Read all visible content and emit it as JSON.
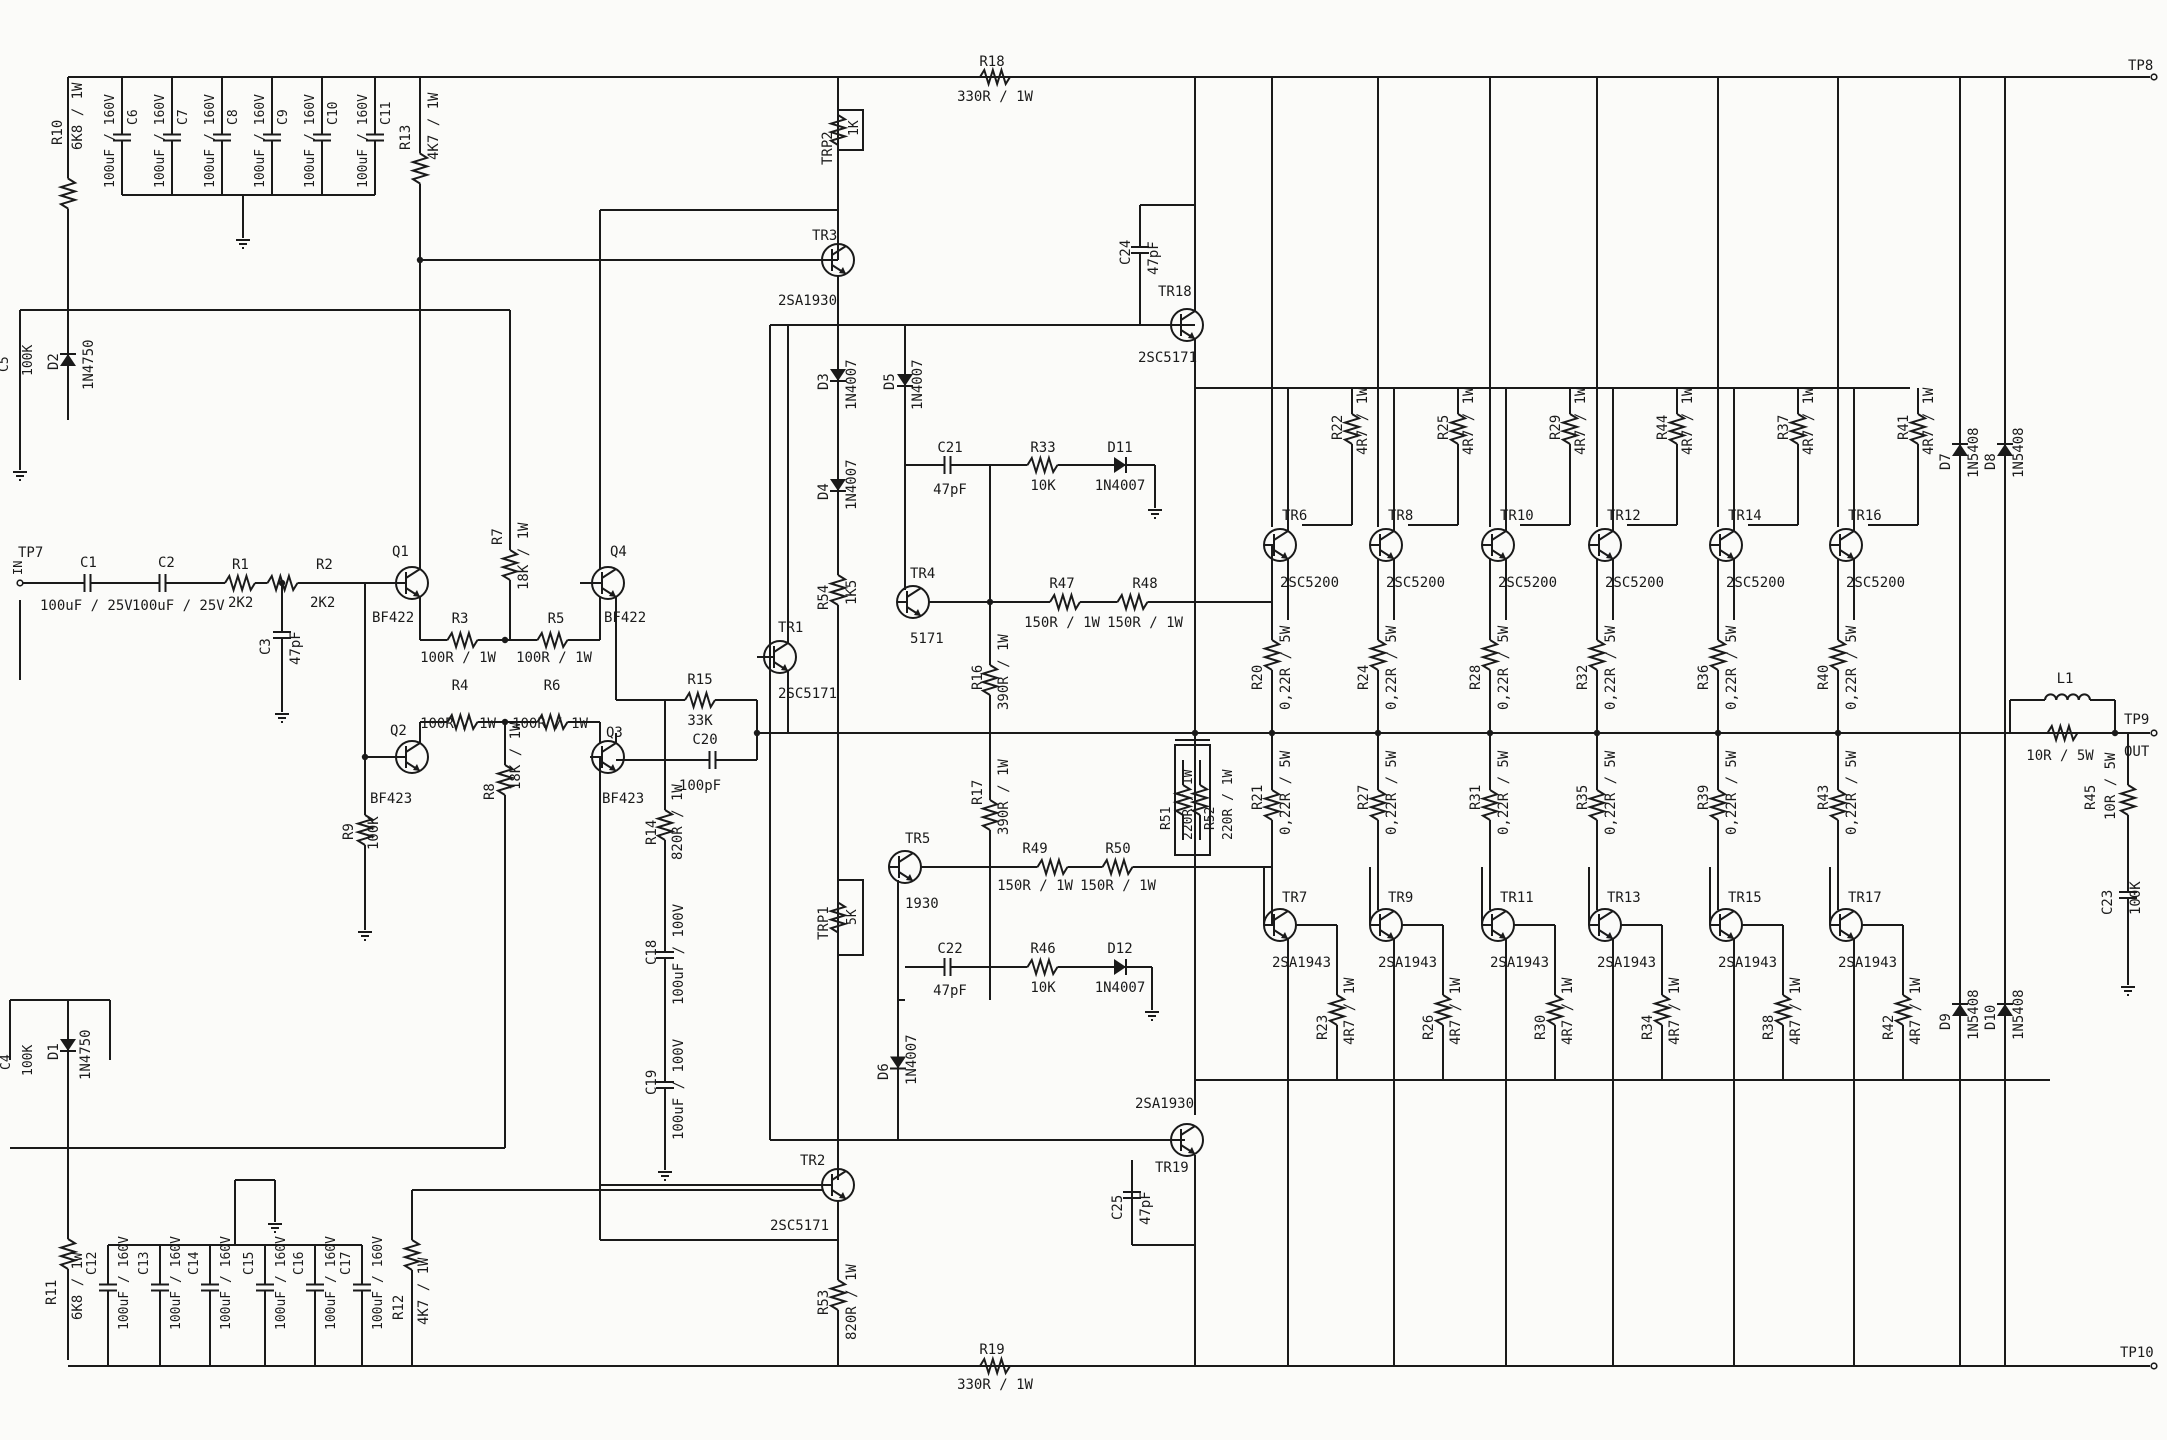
{
  "terminals": {
    "tp8": "TP8",
    "tp9": "TP9",
    "tp9_out": "OUT",
    "tp10": "TP10",
    "tp7": "TP7",
    "tp7_in": "IN"
  },
  "components": {
    "r18": {
      "ref": "R18",
      "val": "330R / 1W"
    },
    "r19": {
      "ref": "R19",
      "val": "330R / 1W"
    },
    "r10": {
      "ref": "R10",
      "val": "6K8 / 1W"
    },
    "r11": {
      "ref": "R11",
      "val": "6K8 / 1W"
    },
    "r13": {
      "ref": "R13",
      "val": "4K7 / 1W"
    },
    "r12": {
      "ref": "R12",
      "val": "4K7 / 1W"
    },
    "c6": {
      "ref": "C6",
      "val": "100uF / 160V"
    },
    "c7": {
      "ref": "C7",
      "val": "100uF / 160V"
    },
    "c8": {
      "ref": "C8",
      "val": "100uF / 160V"
    },
    "c9": {
      "ref": "C9",
      "val": "100uF / 160V"
    },
    "c10": {
      "ref": "C10",
      "val": "100uF / 160V"
    },
    "c11": {
      "ref": "C11",
      "val": "100uF / 160V"
    },
    "c12": {
      "ref": "C12",
      "val": "100uF / 160V"
    },
    "c13": {
      "ref": "C13",
      "val": "100uF / 160V"
    },
    "c14": {
      "ref": "C14",
      "val": "100uF / 160V"
    },
    "c15": {
      "ref": "C15",
      "val": "100uF / 160V"
    },
    "c16": {
      "ref": "C16",
      "val": "100uF / 160V"
    },
    "c17": {
      "ref": "C17",
      "val": "100uF / 160V"
    },
    "c5": {
      "ref": "C5",
      "val": "100K"
    },
    "c4": {
      "ref": "C4",
      "val": "100K"
    },
    "d2": {
      "ref": "D2",
      "val": "1N4750"
    },
    "d1": {
      "ref": "D1",
      "val": "1N4750"
    },
    "c1": {
      "ref": "C1",
      "val": "100uF / 25V"
    },
    "c2": {
      "ref": "C2",
      "val": "100uF / 25V"
    },
    "r1": {
      "ref": "R1",
      "val": "2K2"
    },
    "r2": {
      "ref": "R2",
      "val": "2K2"
    },
    "c3": {
      "ref": "C3",
      "val": "47pF"
    },
    "q1": {
      "ref": "Q1",
      "val": "BF422"
    },
    "q2": {
      "ref": "Q2",
      "val": "BF423"
    },
    "q3": {
      "ref": "Q3",
      "val": "BF423"
    },
    "q4": {
      "ref": "Q4",
      "val": "BF422"
    },
    "r3": {
      "ref": "R3",
      "val": "100R / 1W"
    },
    "r4": {
      "ref": "R4",
      "val": "100R / 1W"
    },
    "r5": {
      "ref": "R5",
      "val": "100R / 1W"
    },
    "r6": {
      "ref": "R6",
      "val": "100R / 1W"
    },
    "r7": {
      "ref": "R7",
      "val": "18K / 1W"
    },
    "r8": {
      "ref": "R8",
      "val": "18K / 1W"
    },
    "r9": {
      "ref": "R9",
      "val": "100K"
    },
    "r14": {
      "ref": "R14",
      "val": "820R / 1W"
    },
    "r15": {
      "ref": "R15",
      "val": "33K"
    },
    "c20": {
      "ref": "C20",
      "val": "100pF"
    },
    "c18": {
      "ref": "C18",
      "val": "100uF / 100V"
    },
    "c19": {
      "ref": "C19",
      "val": "100uF / 100V"
    },
    "trp2": {
      "ref": "TRP2",
      "val": "1K"
    },
    "trp1": {
      "ref": "TRP1",
      "val": "5K"
    },
    "tr3": {
      "ref": "TR3",
      "val": "2SA1930"
    },
    "tr2": {
      "ref": "TR2",
      "val": "2SC5171"
    },
    "tr1": {
      "ref": "TR1",
      "val": "2SC5171"
    },
    "tr4": {
      "ref": "TR4",
      "val": "5171"
    },
    "tr5": {
      "ref": "TR5",
      "val": "1930"
    },
    "tr18": {
      "ref": "TR18",
      "val": "2SC5171"
    },
    "tr19": {
      "ref": "TR19",
      "val": "2SA1930"
    },
    "d3": {
      "ref": "D3",
      "val": "1N4007"
    },
    "d4": {
      "ref": "D4",
      "val": "1N4007"
    },
    "d5": {
      "ref": "D5",
      "val": "1N4007"
    },
    "d6": {
      "ref": "D6",
      "val": "1N4007"
    },
    "d11": {
      "ref": "D11",
      "val": "1N4007"
    },
    "d12": {
      "ref": "D12",
      "val": "1N4007"
    },
    "r54": {
      "ref": "R54",
      "val": "1K5"
    },
    "r53": {
      "ref": "R53",
      "val": "820R / 1W"
    },
    "c21": {
      "ref": "C21",
      "val": "47pF"
    },
    "c22": {
      "ref": "C22",
      "val": "47pF"
    },
    "r33": {
      "ref": "R33",
      "val": "10K"
    },
    "r46": {
      "ref": "R46",
      "val": "10K"
    },
    "r16": {
      "ref": "R16",
      "val": "390R / 1W"
    },
    "r17": {
      "ref": "R17",
      "val": "390R / 1W"
    },
    "r47": {
      "ref": "R47",
      "val": "150R / 1W"
    },
    "r48": {
      "ref": "R48",
      "val": "150R / 1W"
    },
    "r49": {
      "ref": "R49",
      "val": "150R / 1W"
    },
    "r50": {
      "ref": "R50",
      "val": "150R / 1W"
    },
    "c24": {
      "ref": "C24",
      "val": "47pF"
    },
    "c25": {
      "ref": "C25",
      "val": "47pF"
    },
    "r51": {
      "ref": "R51",
      "val": "220R / 1W"
    },
    "r52": {
      "ref": "R52",
      "val": "220R / 1W"
    },
    "l1": {
      "ref": "L1",
      "val": ""
    },
    "r45": {
      "ref": "R45",
      "val": "10R / 5W"
    },
    "r_l1": {
      "ref": "",
      "val": "10R / 5W"
    },
    "c23": {
      "ref": "C23",
      "val": "100K"
    },
    "d7": {
      "ref": "D7",
      "val": "1N5408"
    },
    "d8": {
      "ref": "D8",
      "val": "1N5408"
    },
    "d9": {
      "ref": "D9",
      "val": "1N5408"
    },
    "d10": {
      "ref": "D10",
      "val": "1N5408"
    }
  },
  "output_stages": [
    {
      "tr_top": "TR6",
      "tr_top_val": "2SC5200",
      "rb_top": "R22",
      "re_top": "R20",
      "re_bot": "R21",
      "tr_bot": "TR7",
      "tr_bot_val": "2SA1943",
      "rb_bot": "R23"
    },
    {
      "tr_top": "TR8",
      "tr_top_val": "2SC5200",
      "rb_top": "R25",
      "re_top": "R24",
      "re_bot": "R27",
      "tr_bot": "TR9",
      "tr_bot_val": "2SA1943",
      "rb_bot": "R26"
    },
    {
      "tr_top": "TR10",
      "tr_top_val": "2SC5200",
      "rb_top": "R29",
      "re_top": "R28",
      "re_bot": "R31",
      "tr_bot": "TR11",
      "tr_bot_val": "2SA1943",
      "rb_bot": "R30"
    },
    {
      "tr_top": "TR12",
      "tr_top_val": "2SC5200",
      "rb_top": "R44",
      "re_top": "R32",
      "re_bot": "R35",
      "tr_bot": "TR13",
      "tr_bot_val": "2SA1943",
      "rb_bot": "R34"
    },
    {
      "tr_top": "TR14",
      "tr_top_val": "2SC5200",
      "rb_top": "R37",
      "re_top": "R36",
      "re_bot": "R39",
      "tr_bot": "TR15",
      "tr_bot_val": "2SA1943",
      "rb_bot": "R38"
    },
    {
      "tr_top": "TR16",
      "tr_top_val": "2SC5200",
      "rb_top": "R41",
      "re_top": "R40",
      "re_bot": "R43",
      "tr_bot": "TR17",
      "tr_bot_val": "2SA1943",
      "rb_bot": "R42"
    }
  ],
  "output_values": {
    "rb": "4R7 / 1W",
    "re": "0,22R / 5W"
  }
}
